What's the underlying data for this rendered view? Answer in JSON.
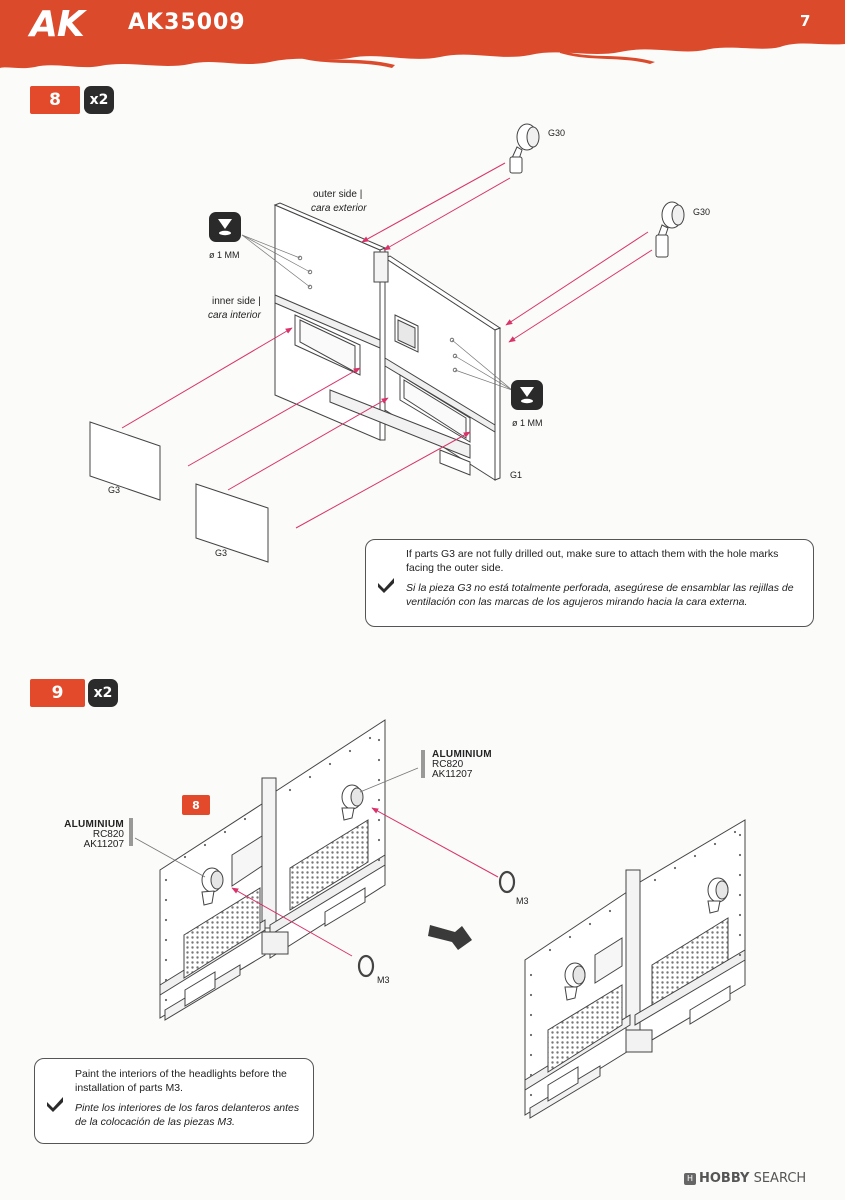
{
  "header": {
    "brand": "AK",
    "code": "AK35009",
    "page": "7"
  },
  "step8": {
    "number": "8",
    "quantity": "x2",
    "outer_side": "outer side |",
    "outer_side_es": "cara exterior",
    "inner_side": "inner side |",
    "inner_side_es": "cara interior",
    "drill_left": "ø 1 MM",
    "drill_right": "ø 1 MM",
    "parts": {
      "g30_top": "G30",
      "g30_right": "G30",
      "g1": "G1",
      "g3_left": "G3",
      "g3_bottom": "G3"
    },
    "note_en": "If parts G3 are not fully drilled out, make sure to attach them with the hole marks facing the outer side.",
    "note_es": "Si la pieza G3 no está totalmente perforada, asegúrese de ensamblar las rejillas de ventilación con las marcas de los agujeros mirando hacia la cara externa."
  },
  "step9": {
    "number": "9",
    "quantity": "x2",
    "ref_step": "8",
    "paint_left": {
      "name": "ALUMINIUM",
      "code1": "RC820",
      "code2": "AK11207"
    },
    "paint_right": {
      "name": "ALUMINIUM",
      "code1": "RC820",
      "code2": "AK11207"
    },
    "parts": {
      "m3_right": "M3",
      "m3_left": "M3"
    },
    "note_en": "Paint the interiors of the headlights before the installation of parts M3.",
    "note_es": "Pinte los interiores de los faros delanteros antes de la colocación de las piezas M3."
  },
  "footer": {
    "badge": "H",
    "brand": "HOBBY",
    "site": "SEARCH"
  },
  "colors": {
    "accent": "#e24a2b",
    "arrow": "#d8346a",
    "dark": "#2b2b2b"
  }
}
